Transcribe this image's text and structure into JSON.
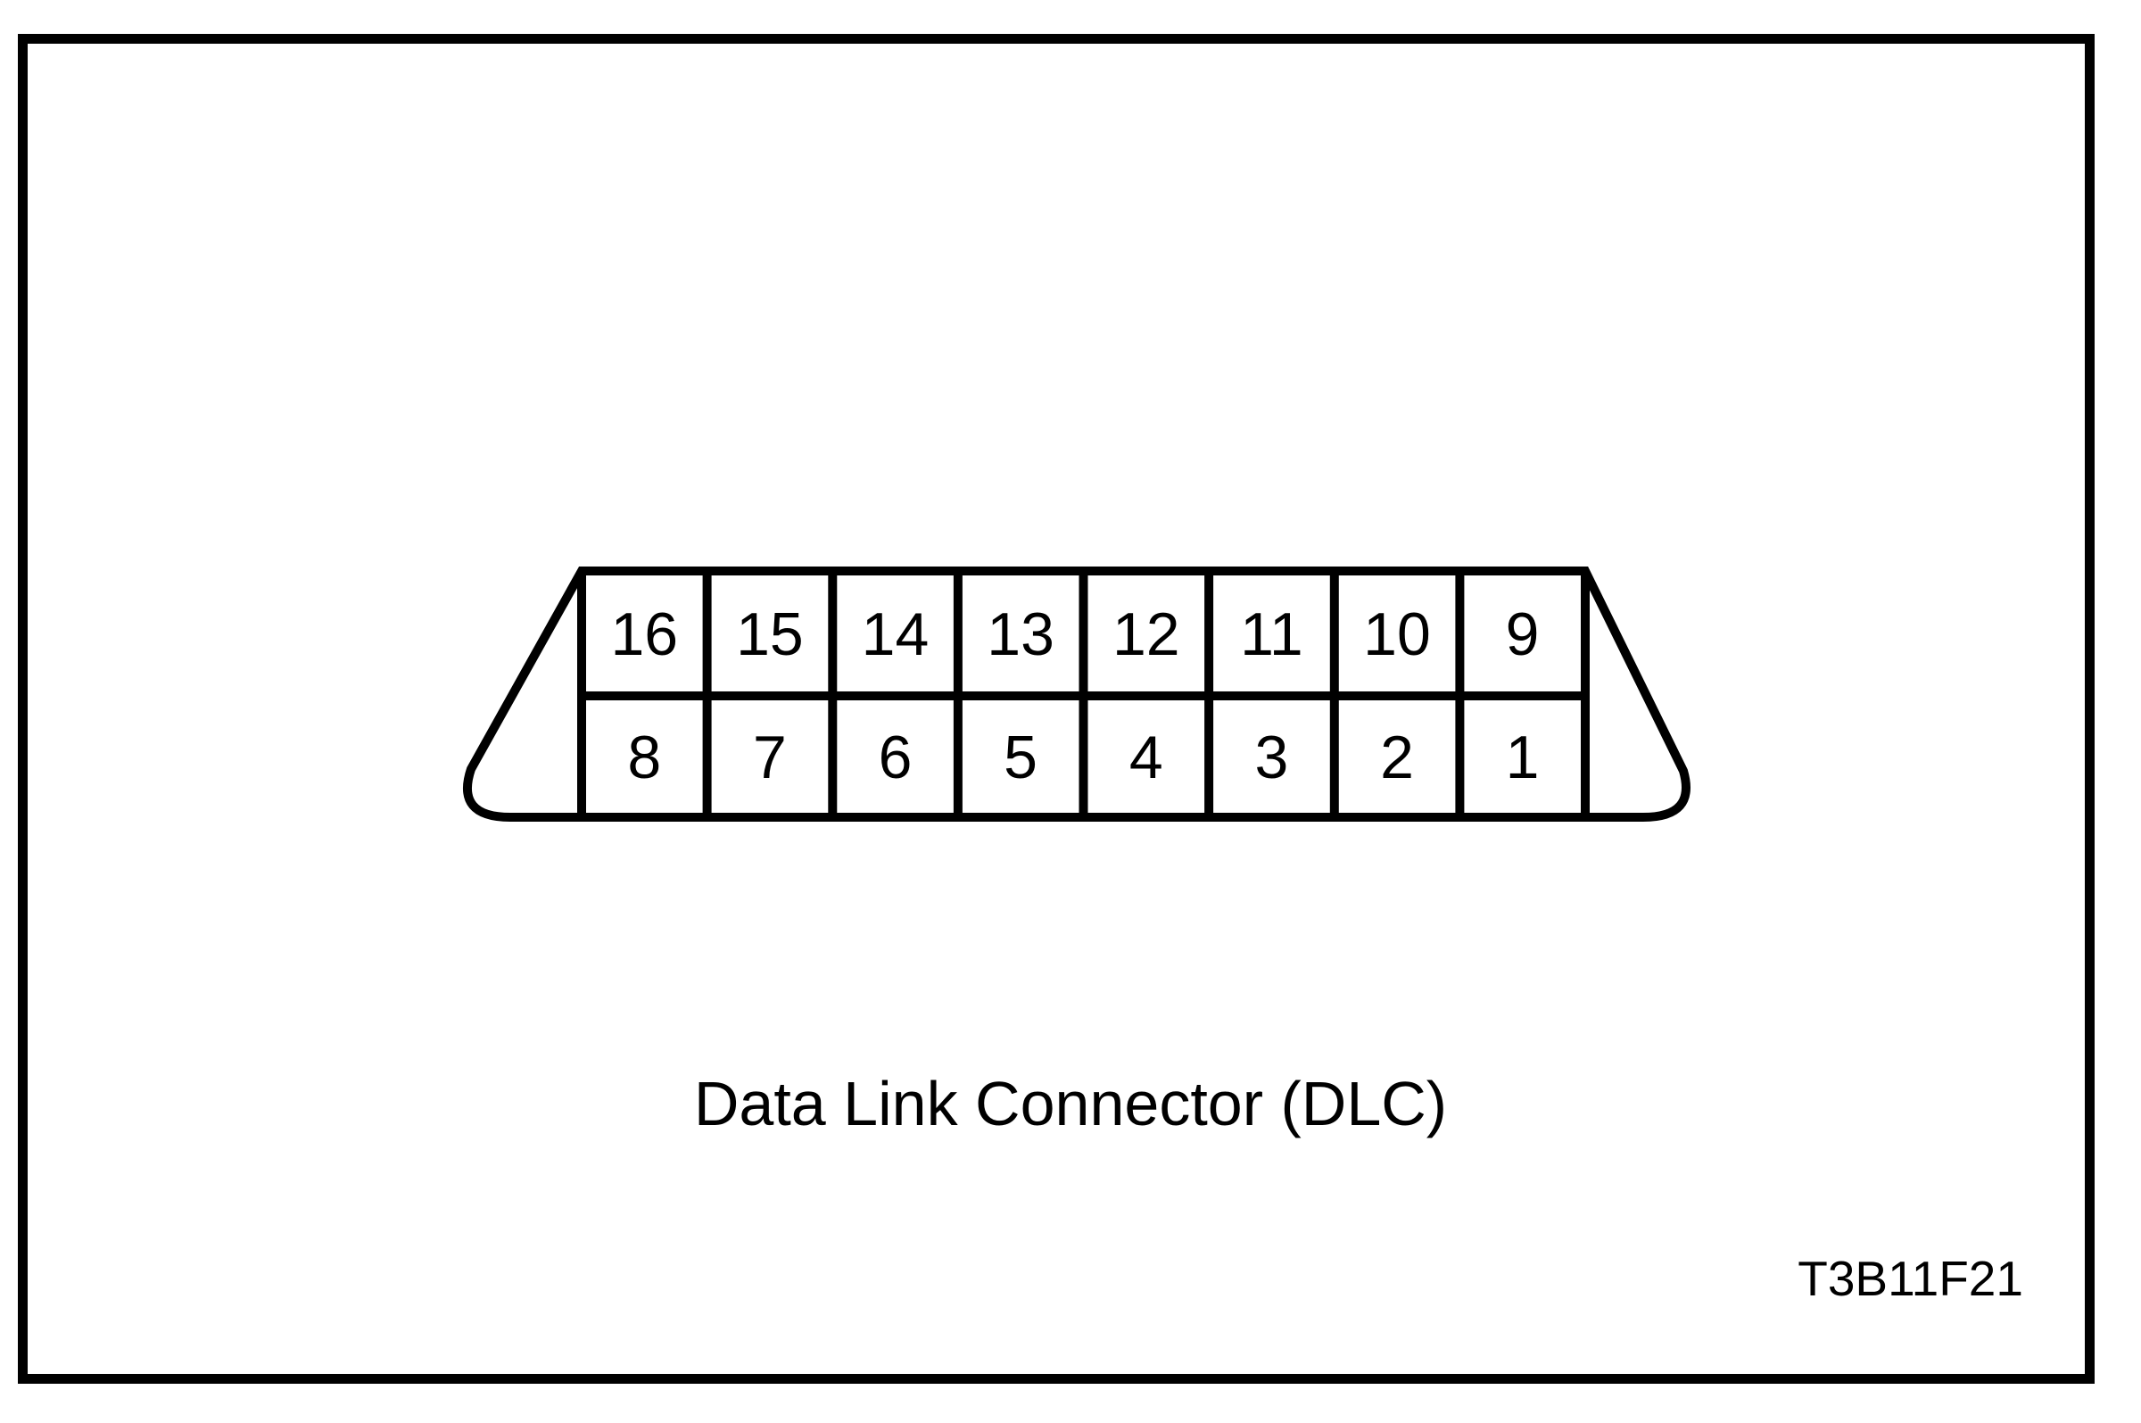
{
  "figure": {
    "caption": "Data Link Connector (DLC)",
    "code": "T3B11F21"
  },
  "connector": {
    "description": "16-pin data link connector, two rows of eight pins",
    "rows": {
      "top": [
        "16",
        "15",
        "14",
        "13",
        "12",
        "11",
        "10",
        "9"
      ],
      "bottom": [
        "8",
        "7",
        "6",
        "5",
        "4",
        "3",
        "2",
        "1"
      ]
    }
  },
  "colors": {
    "line": "#000000",
    "background": "#ffffff"
  }
}
